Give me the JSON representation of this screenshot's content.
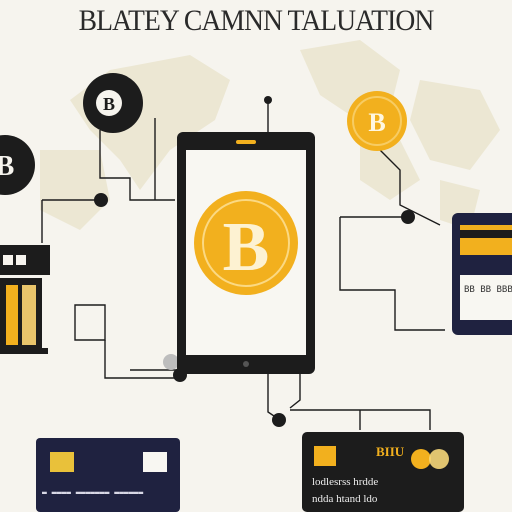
{
  "title": "BLATEY CAMNN TALUATION",
  "coins": {
    "top_left": "B",
    "left_edge": "B",
    "top_right": "B",
    "phone_center": "B"
  },
  "card_left": {
    "number_text": "▬ ▬▬▬▬ ▬▬▬▬▬▬▬ ▬▬▬▬▬▬"
  },
  "card_right": {
    "header_text": "BIIU",
    "line1": "lodlesrss hrdde",
    "line2": "ndda  htand  ldo"
  },
  "terminal": {
    "keypad_text": "BB BB BBB"
  },
  "colors": {
    "background": "#f6f4ee",
    "map": "#e9e4cf",
    "gold": "#f2b01e",
    "dark": "#1c1c1c",
    "navy": "#1f2240"
  },
  "icons": [
    "bitcoin-coin-icon",
    "smartphone-icon",
    "atm-building-icon",
    "card-terminal-icon",
    "credit-card-icon",
    "mastercard-logo-icon"
  ]
}
